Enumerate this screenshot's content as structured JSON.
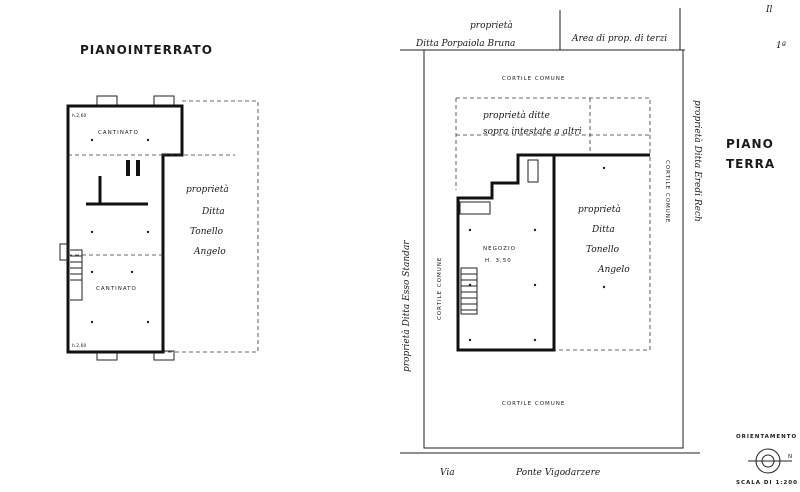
{
  "top_right_scribble": "Il",
  "top_right_mark": "1ª",
  "basement": {
    "title": "PIANOINTERRATO",
    "room_top": "CANTINATO",
    "room_bottom": "CANTINATO",
    "owner_line1": "proprietà",
    "owner_line2": "Ditta",
    "owner_line3": "Tonello",
    "owner_line4": "Angelo",
    "height_top": "h.2,60",
    "height_bottom": "h.2,60"
  },
  "ground": {
    "title_line1": "PIANO",
    "title_line2": "TERRA",
    "top_owner_a_line1": "proprietà",
    "top_owner_a_line2": "Ditta Porpaiola Bruna",
    "top_owner_b": "Area di prop. di terzi",
    "courtyard_top": "CORTILE   COMUNE",
    "courtyard_bottom": "CORTILE   COMUNE",
    "courtyard_left": "CORTILE COMUNE",
    "courtyard_right": "CORTILE COMUNE",
    "left_owner": "proprietà Ditta Esso Standar",
    "right_owner": "proprietà Ditta Eredi Rech",
    "rear_owner_line1": "proprietà ditte",
    "rear_owner_line2": "sopra intestate a altri",
    "shop_line1": "NEGOZIO",
    "shop_line2": "H. 3,50",
    "owner_line1": "proprietà",
    "owner_line2": "Ditta",
    "owner_line3": "Tonello",
    "owner_line4": "Angelo",
    "street_prefix": "Via",
    "street_name": "Ponte Vigodarzere"
  },
  "legend": {
    "orientation": "ORIENTAMENTO",
    "north": "N",
    "scale": "SCALA DI 1:200"
  }
}
